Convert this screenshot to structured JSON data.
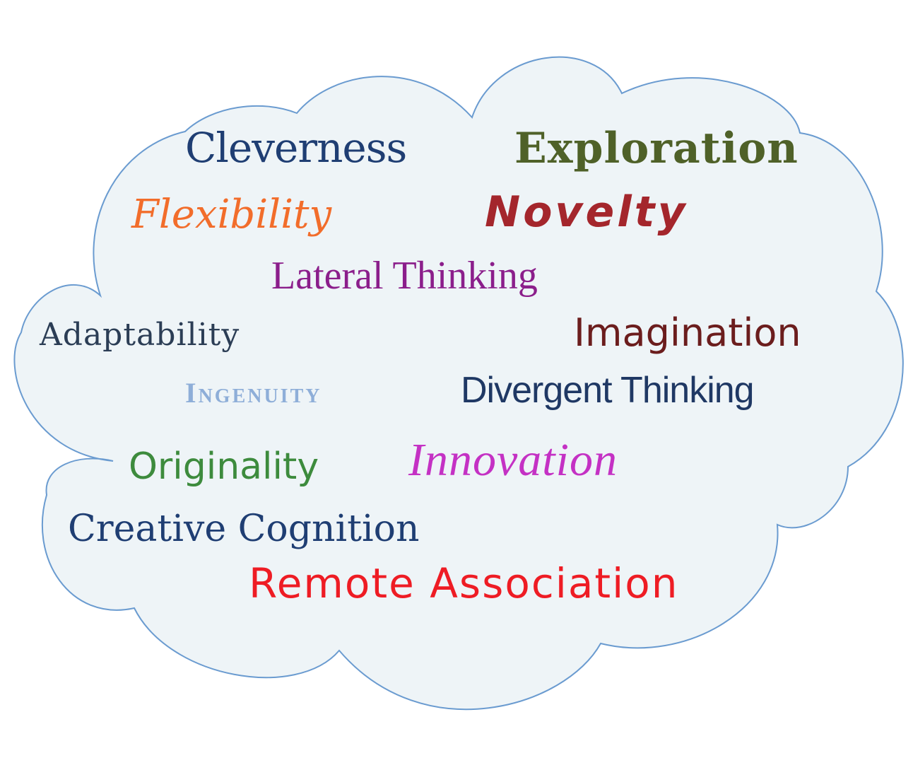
{
  "cloud": {
    "fill": "#eef4f7",
    "stroke": "#6a9bd0"
  },
  "words": [
    {
      "key": "cleverness",
      "text": "Cleverness",
      "color": "#1f3e73"
    },
    {
      "key": "exploration",
      "text": "Exploration",
      "color": "#4f6128"
    },
    {
      "key": "flexibility",
      "text": "Flexibility",
      "color": "#f26d2b"
    },
    {
      "key": "novelty",
      "text": "Novelty",
      "color": "#a4262c"
    },
    {
      "key": "lateral",
      "text": "Lateral Thinking",
      "color": "#8b1e8b"
    },
    {
      "key": "adaptability",
      "text": "Adaptability",
      "color": "#2b3d55"
    },
    {
      "key": "imagination",
      "text": "Imagination",
      "color": "#6b1d1d"
    },
    {
      "key": "ingenuity",
      "text": "Ingenuity",
      "color": "#8eaed8"
    },
    {
      "key": "divergent",
      "text": "Divergent Thinking",
      "color": "#1f3864"
    },
    {
      "key": "originality",
      "text": "Originality",
      "color": "#3d8b3d"
    },
    {
      "key": "innovation",
      "text": "Innovation",
      "color": "#c431c4"
    },
    {
      "key": "creative",
      "text": "Creative Cognition",
      "color": "#1f3e73"
    },
    {
      "key": "remote",
      "text": "Remote Association",
      "color": "#ee1c24"
    }
  ]
}
